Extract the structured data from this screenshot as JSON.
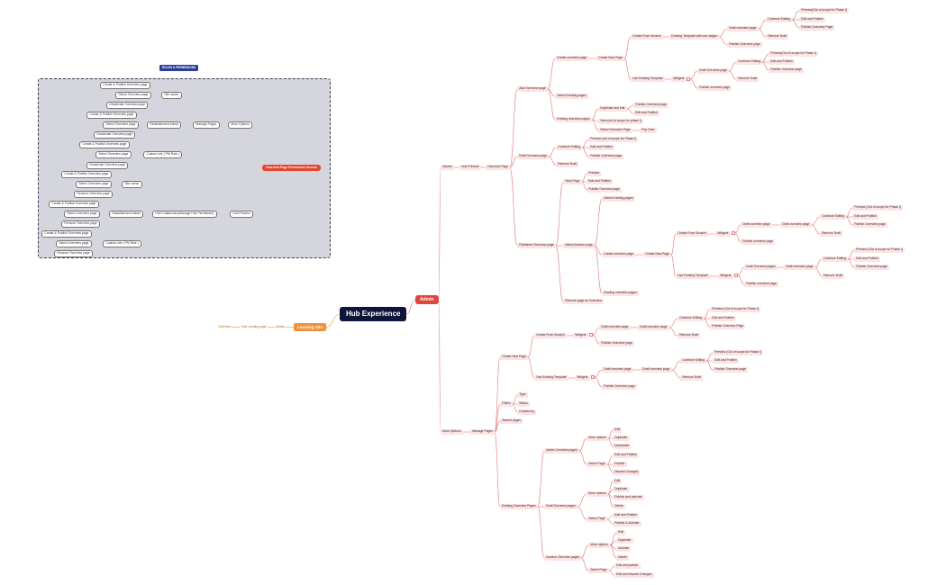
{
  "nodes": {
    "root": "Hub Experience",
    "admin": "Admin",
    "learning_site": "Learning Site",
    "ls_assets": "Assets",
    "ls_hub_landing": "Hub Landing page",
    "ls_overview": "Overview",
    "roles_title": "ROLES & PERMISSIONS",
    "perm_access": "Overview Page Permission/ Access",
    "assets": "Assets",
    "hub_preview": "Hub Preview",
    "overview_page": "Overview Page",
    "add_overview_page": "Add Overview page",
    "create_overview_page": "Create overview page",
    "create_new_page": "Create New Page",
    "create_from_scratch": "Create From Scratch",
    "existing_template_one_widget": "Existing Template with one widget",
    "draft_overview_page": "Draft overview page",
    "continue_editing": "Continue Editing",
    "preview_out_of_scope": "Preview(Out of scope for Phase I)",
    "edit_and_publish": "Edit and Publish",
    "publish_overview_page": "Publish Overview Page",
    "remove_draft": "Remove Draft",
    "publish_overview_page_lc": "Publish Overview page",
    "use_existing_template": "Use Existing Template",
    "widgets": "Widgets",
    "draft_overview_page_cap": "Draft Overview page",
    "publish_overview_page_2": "Publish overview page",
    "select_existing_pages": "Select Existing pages",
    "existing_overview_pages": "Existing overview pages",
    "duplicate_and_edit": "Duplicate and edit",
    "edit_and_publish_lc": "Edit and Publish",
    "view_out_of_scope": "View (out of scope for phase I)",
    "select_overview_page": "Select Overview Page",
    "pop_over": "Pop Over",
    "draft_overview_page_2": "Draft Overview page",
    "preview_out_of_scope_2": "Preview (out of scope for Phase I)",
    "published_overview_page": "Published Overview page",
    "view_page": "View Page",
    "preview": "Preview",
    "select_existing_pages_2": "Select Existing pages",
    "select_another_page": "Select Another page",
    "create_overview_page_2": "Create overview page",
    "create_new_page_2": "Create New Page",
    "existing_overview_pages_2": "Existing overview pages",
    "remove_page_as_overview": "Remove page as Overview",
    "preview_out_of_scope_3": "Preview (Out of scope for Phase I)",
    "preview_out_of_scope_4": "Preview (Out of scope for Phase I)",
    "remove_draft_2": "Remove Draft",
    "more_options": "More Options",
    "manage_pages": "Manage Pages",
    "create_new_page_3": "Create New Page",
    "filters": "Filters",
    "type": "Type",
    "status": "Status",
    "created_by": "Created by",
    "search_pages": "Search pages",
    "existing_overview_pages_3": "Existing Overview Pages",
    "active_overview_pages": "Active Overview pages",
    "more_options_lc": "More options",
    "edit": "Edit",
    "duplicate": "Duplicate",
    "deactivate": "Deactivate",
    "select_page": "Select Page",
    "publish": "Publish",
    "discard_changes": "Discard Changes",
    "draft_overview_pages": "Draft Overview pages",
    "publish_and_activate": "Publish and activate",
    "delete": "Delete",
    "publish_and_activate_2": "Publish & Activate",
    "inactive_overview_pages": "Inactive Overview pages",
    "activate": "Activate",
    "edit_and_publish_low": "Edit and publish",
    "edit_and_discard_changes": "Edit and Discard Changes",
    "create_publish_overview_page": "Create & Publish Overview page",
    "select_overview_page_lc": "Select Overview page",
    "deactivate_overview_page": "Deactivate Overview page",
    "site_owner": "Site owner",
    "site_owner_2": "Site owner",
    "manage_pages_2": "Manage Pages",
    "more_options_2": "More Options",
    "establishment_admin": "Establishment Admin",
    "custom_role": "Custom role ( PM Role )",
    "remove_overview_page": "Remove Overview page",
    "hub_collaborator": "Hub Collaborator(Manage Hub Permission)",
    "hub_preview_2": "Hub Preview",
    "create_publish_overview_page_2": "Create & Publish Overview page"
  },
  "colors": {
    "root": "#0d1538",
    "admin": "#e0453e",
    "learning_site": "#f0913a",
    "branch_pink": "#fde3e3",
    "connector_red": "#e07a7a",
    "connector_gray": "#4a4a55",
    "permission_panel": "#d4d5dd",
    "roles_badge": "#2d3e99"
  }
}
